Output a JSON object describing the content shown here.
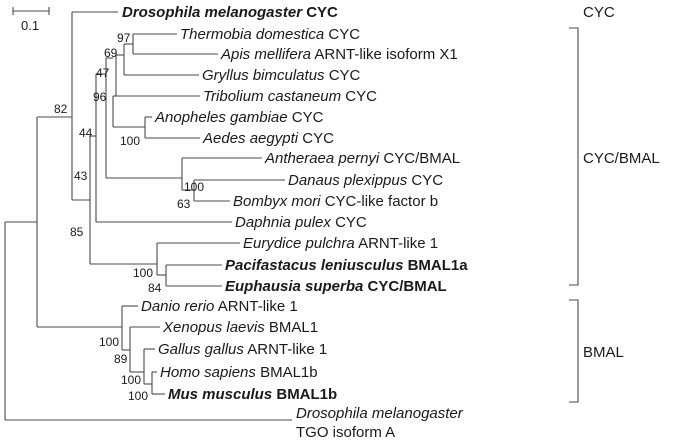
{
  "scale_bar": {
    "label": "0.1"
  },
  "taxa": [
    {
      "species": "Drosophila melanogaster",
      "suffix": "CYC",
      "bold": true
    },
    {
      "species": "Thermobia domestica",
      "suffix": "CYC",
      "bold": false
    },
    {
      "species": "Apis mellifera",
      "suffix": "ARNT-like isoform X1",
      "bold": false
    },
    {
      "species": "Gryllus bimculatus",
      "suffix": "CYC",
      "bold": false
    },
    {
      "species": "Tribolium castaneum",
      "suffix": "CYC",
      "bold": false
    },
    {
      "species": "Anopheles gambiae",
      "suffix": "CYC",
      "bold": false
    },
    {
      "species": "Aedes aegypti",
      "suffix": "CYC",
      "bold": false
    },
    {
      "species": "Antheraea pernyi",
      "suffix": "CYC/BMAL",
      "bold": false
    },
    {
      "species": "Danaus plexippus",
      "suffix": "CYC",
      "bold": false
    },
    {
      "species": "Bombyx mori",
      "suffix": "CYC-like factor b",
      "bold": false
    },
    {
      "species": "Daphnia pulex",
      "suffix": "CYC",
      "bold": false
    },
    {
      "species": "Eurydice pulchra",
      "suffix": "ARNT-like 1",
      "bold": false
    },
    {
      "species": "Pacifastacus leniusculus",
      "suffix": "BMAL1a",
      "bold": true
    },
    {
      "species": "Euphausia superba",
      "suffix": "CYC/BMAL",
      "bold": true
    },
    {
      "species": "Danio rerio",
      "suffix": "ARNT-like 1",
      "bold": false
    },
    {
      "species": "Xenopus laevis",
      "suffix": "BMAL1",
      "bold": false
    },
    {
      "species": "Gallus gallus",
      "suffix": "ARNT-like 1",
      "bold": false
    },
    {
      "species": "Homo sapiens",
      "suffix": "BMAL1b",
      "bold": false
    },
    {
      "species": "Mus musculus",
      "suffix": "BMAL1b",
      "bold": true
    },
    {
      "species": "Drosophila melanogaster",
      "suffix": "",
      "bold": false,
      "line2": "TGO isoform A"
    }
  ],
  "support_values": [
    "97",
    "69",
    "47",
    "96",
    "100",
    "44",
    "100",
    "63",
    "43",
    "82",
    "85",
    "100",
    "84",
    "100",
    "89",
    "100",
    "100"
  ],
  "clades": [
    "CYC",
    "CYC/BMAL",
    "BMAL"
  ]
}
